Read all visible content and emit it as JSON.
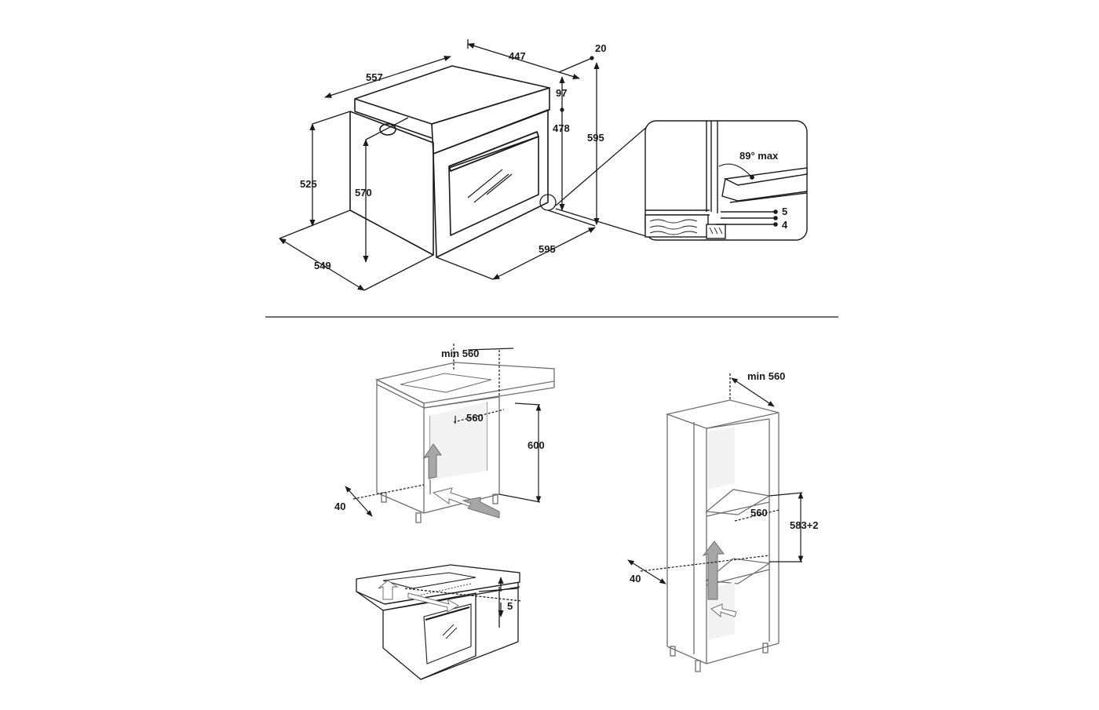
{
  "oven_dimensions": {
    "depth_top": "447",
    "clearance_top": "20",
    "width_top_side": "557",
    "panel_height": "97",
    "door_height": "478",
    "overall_height": "595",
    "side_height": "525",
    "body_height": "570",
    "depth_bottom": "549",
    "width_bottom": "595"
  },
  "detail": {
    "door_angle": "89° max",
    "gap_upper": "5",
    "gap_lower": "4"
  },
  "under_counter": {
    "cutout_width_min": "min 560",
    "inner_width": "560",
    "height": "600",
    "rear_gap": "40"
  },
  "hob_install": {
    "gap": "5"
  },
  "column_install": {
    "cutout_width_min": "min 560",
    "inner_width": "560",
    "height": "583+2",
    "rear_gap": "40"
  },
  "colors": {
    "line": "#1a1a1a",
    "arrow_fill": "#a6a6a6",
    "cabinet_line": "#6e6e6e"
  }
}
